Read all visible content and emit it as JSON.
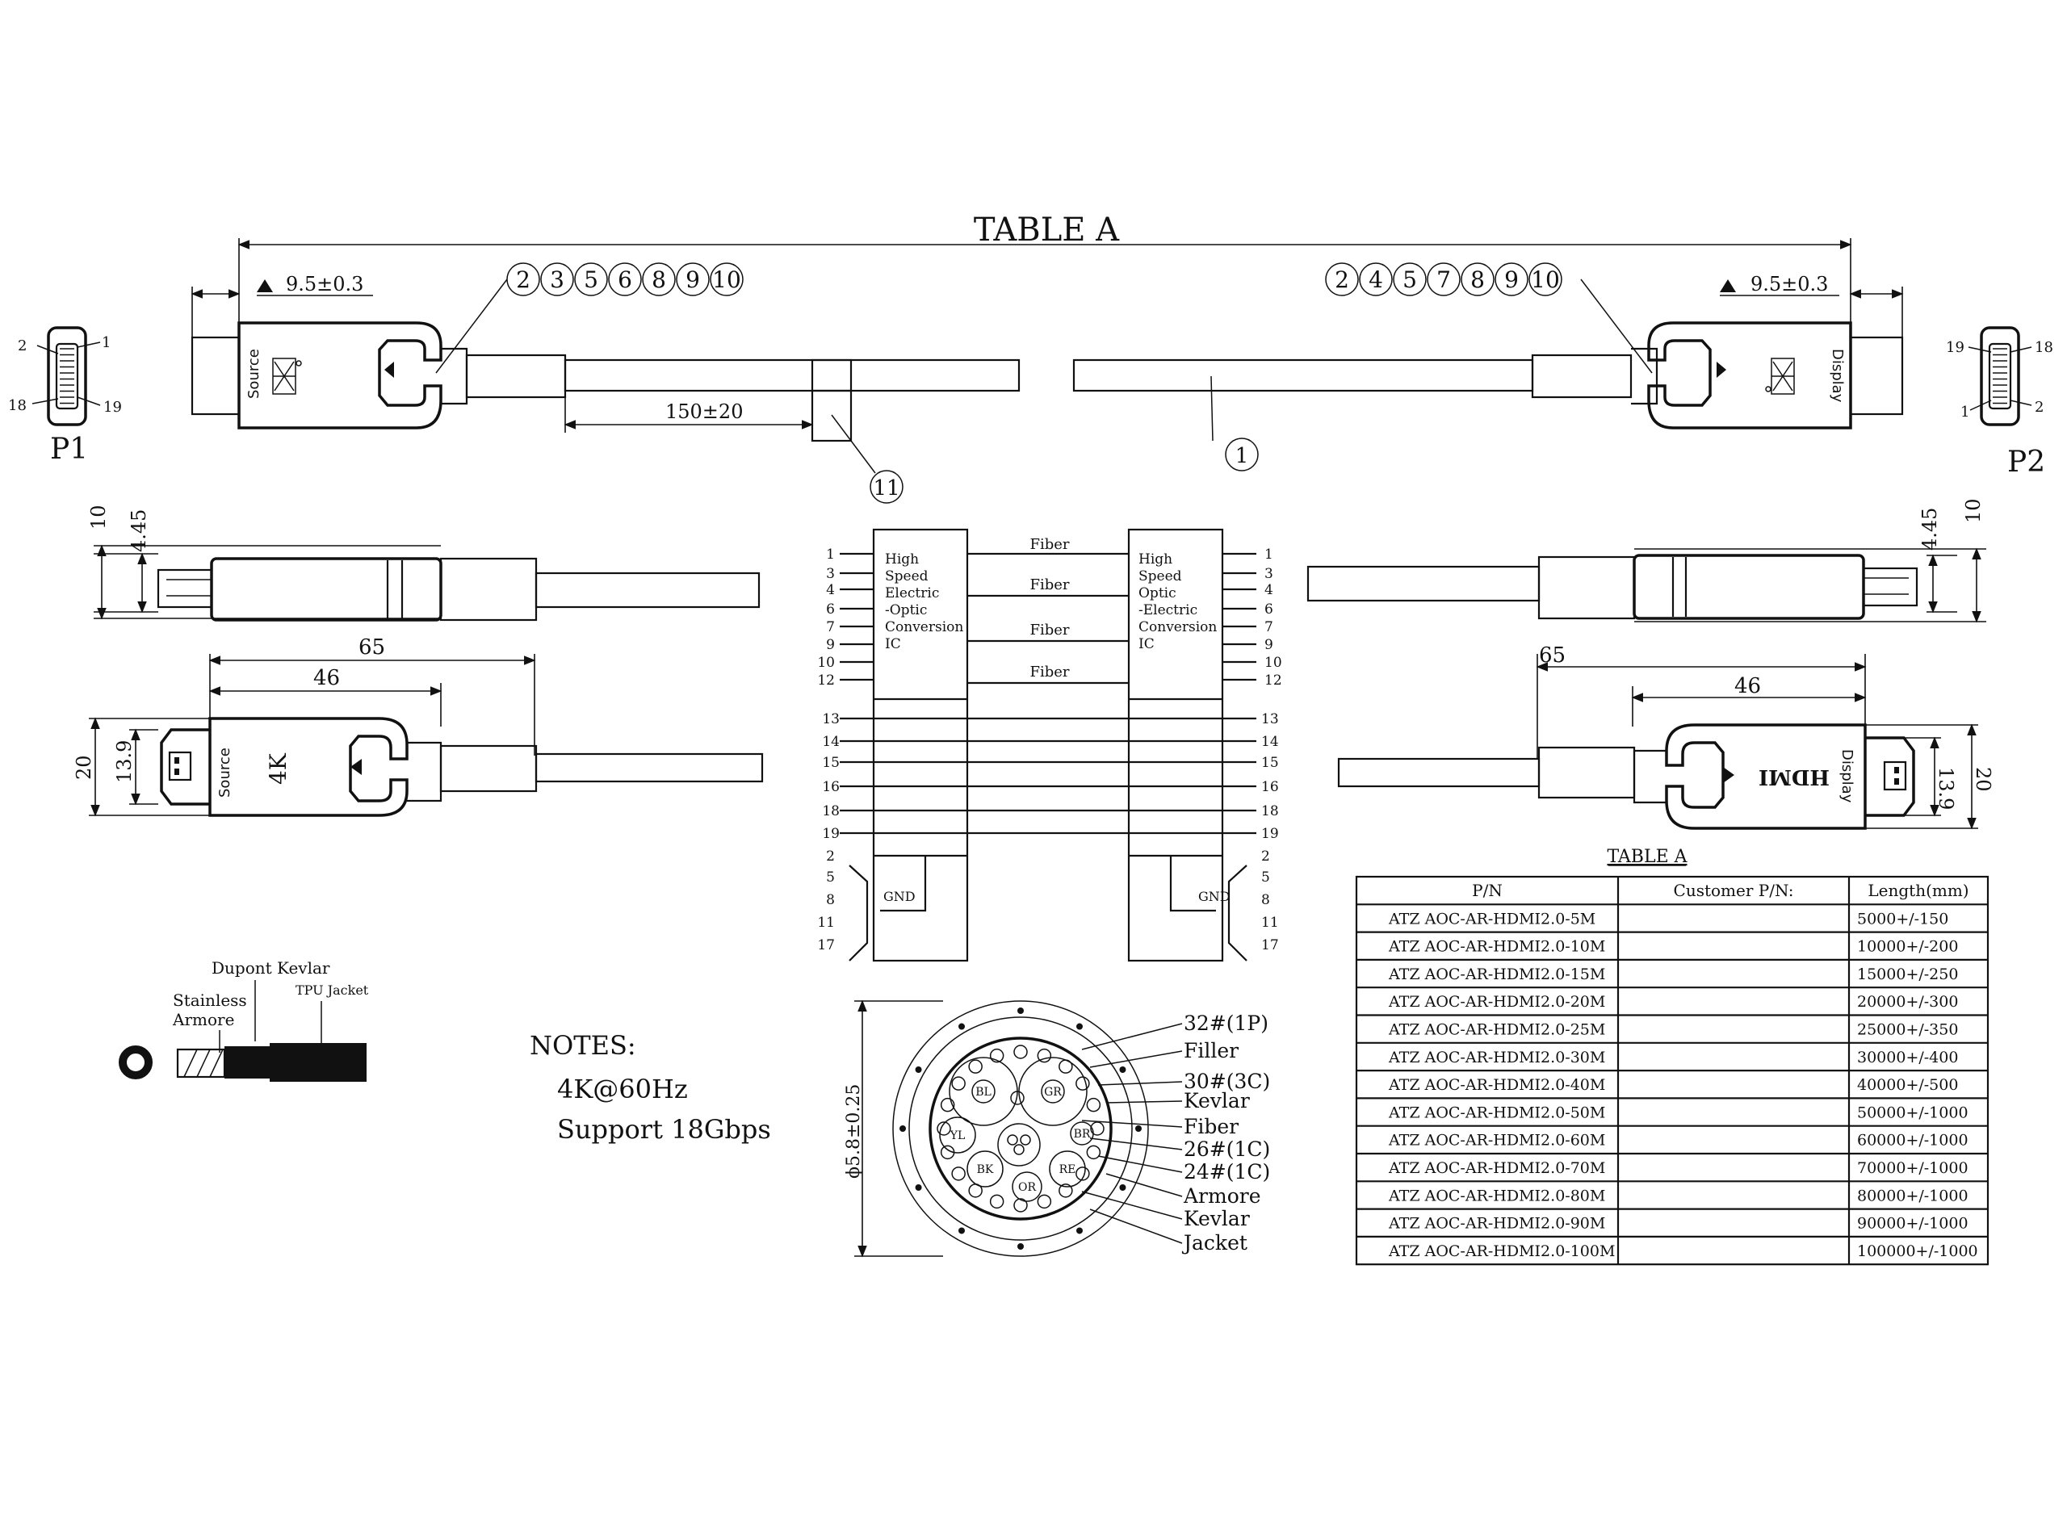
{
  "title": "TABLE A",
  "callouts": {
    "left_group": [
      "2",
      "3",
      "5",
      "6",
      "8",
      "9",
      "10"
    ],
    "right_group": [
      "2",
      "4",
      "5",
      "7",
      "8",
      "9",
      "10"
    ],
    "cable": "1",
    "clip": "11"
  },
  "dimensions": {
    "metal_len": "9.5±0.3",
    "clip_offset": "150±20",
    "overall": "65",
    "body": "46",
    "height_total": "10",
    "height_plug": "4.45",
    "width_total": "20",
    "width_plug": "13.9",
    "cable_diameter": "ϕ5.8±0.25"
  },
  "connectors": {
    "p1": "P1",
    "p2": "P2",
    "source": "Source",
    "display": "Display",
    "fourk": "4K",
    "p1_pins": [
      "2",
      "1",
      "18",
      "19"
    ],
    "p2_pins": [
      "19",
      "18",
      "1",
      "2"
    ]
  },
  "wiring": {
    "left_block": [
      "High",
      "Speed",
      "Electric",
      "-Optic",
      "Conversion",
      "IC"
    ],
    "right_block": [
      "High",
      "Speed",
      "Optic",
      "-Electric",
      "Conversion",
      "IC"
    ],
    "fiber_label": "Fiber",
    "gnd": "GND",
    "top_pins": [
      "1",
      "3",
      "4",
      "6",
      "7",
      "9",
      "10",
      "12"
    ],
    "mid_pins": [
      "13",
      "14",
      "15",
      "16",
      "18",
      "19"
    ],
    "gnd_pins": [
      "2",
      "5",
      "8",
      "11",
      "17"
    ]
  },
  "layers": {
    "dupont": "Dupont Kevlar",
    "stainless": "Stainless",
    "armore": "Armore",
    "tpu": "TPU Jacket"
  },
  "notes": {
    "heading": "NOTES:",
    "lines": [
      "4K@60Hz",
      "Support 18Gbps"
    ]
  },
  "cross_section": {
    "labels": [
      "32#(1P)",
      "Filler",
      "30#(3C)",
      "Kevlar",
      "Fiber",
      "26#(1C)",
      "24#(1C)",
      "Armore",
      "Kevlar",
      "Jacket"
    ],
    "cores": [
      "BL",
      "GR",
      "YL",
      "BK",
      "RE",
      "OR",
      "BR"
    ]
  },
  "table": {
    "caption": "TABLE A",
    "headers": [
      "P/N",
      "Customer P/N:",
      "Length(mm)"
    ],
    "rows": [
      [
        "ATZ AOC-AR-HDMI2.0-5M",
        "",
        "5000+/-150"
      ],
      [
        "ATZ AOC-AR-HDMI2.0-10M",
        "",
        "10000+/-200"
      ],
      [
        "ATZ AOC-AR-HDMI2.0-15M",
        "",
        "15000+/-250"
      ],
      [
        "ATZ AOC-AR-HDMI2.0-20M",
        "",
        "20000+/-300"
      ],
      [
        "ATZ AOC-AR-HDMI2.0-25M",
        "",
        "25000+/-350"
      ],
      [
        "ATZ AOC-AR-HDMI2.0-30M",
        "",
        "30000+/-400"
      ],
      [
        "ATZ AOC-AR-HDMI2.0-40M",
        "",
        "40000+/-500"
      ],
      [
        "ATZ AOC-AR-HDMI2.0-50M",
        "",
        "50000+/-1000"
      ],
      [
        "ATZ AOC-AR-HDMI2.0-60M",
        "",
        "60000+/-1000"
      ],
      [
        "ATZ AOC-AR-HDMI2.0-70M",
        "",
        "70000+/-1000"
      ],
      [
        "ATZ AOC-AR-HDMI2.0-80M",
        "",
        "80000+/-1000"
      ],
      [
        "ATZ AOC-AR-HDMI2.0-90M",
        "",
        "90000+/-1000"
      ],
      [
        "ATZ AOC-AR-HDMI2.0-100M",
        "",
        "100000+/-1000"
      ]
    ]
  }
}
